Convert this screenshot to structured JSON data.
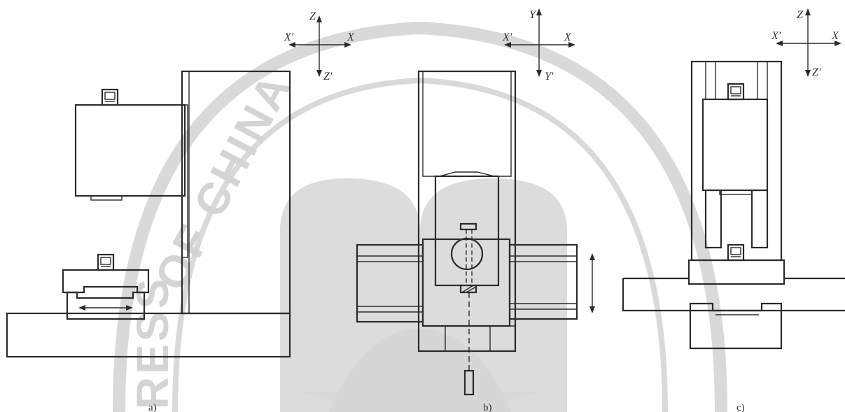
{
  "figure": {
    "panels": [
      {
        "id": "a",
        "caption": "a)",
        "axes": {
          "pos_h": "X",
          "neg_h": "X'",
          "pos_v": "Z",
          "neg_v": "Z'"
        }
      },
      {
        "id": "b",
        "caption": "b)",
        "axes": {
          "pos_h": "X",
          "neg_h": "X'",
          "pos_v": "Y",
          "neg_v": "Y'"
        }
      },
      {
        "id": "c",
        "caption": "c)",
        "axes": {
          "pos_h": "X",
          "neg_h": "X'",
          "pos_v": "Z",
          "neg_v": "Z'"
        }
      }
    ]
  },
  "watermark": {
    "text_1": "OF CHINA",
    "text_2": "RESS"
  },
  "colors": {
    "line": "#2b2b2b",
    "watermark": "#d6d6d6"
  }
}
